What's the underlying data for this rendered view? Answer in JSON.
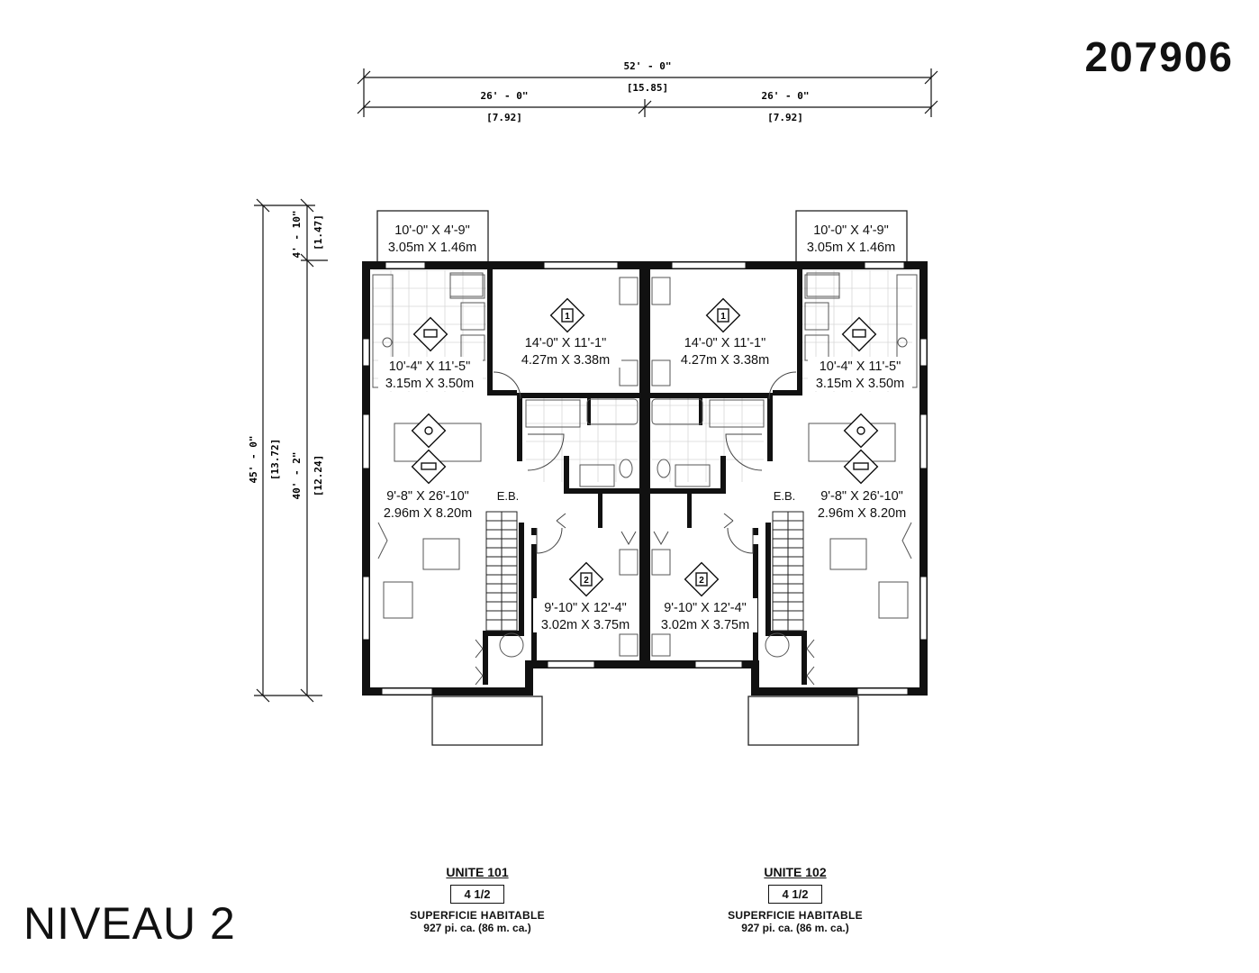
{
  "plan_id": "207906",
  "level_title": "NIVEAU 2",
  "overall_dims": {
    "total_width_imperial": "52' - 0\"",
    "total_width_metric": "[15.85]",
    "left_half_imperial": "26' - 0\"",
    "left_half_metric": "[7.92]",
    "right_half_imperial": "26' - 0\"",
    "right_half_metric": "[7.92]",
    "total_depth_imperial": "45' - 0\"",
    "total_depth_metric": "[13.72]",
    "balcony_depth_imperial": "4' - 10\"",
    "balcony_depth_metric": "[1.47]",
    "main_depth_imperial": "40' - 2\"",
    "main_depth_metric": "[12.24]"
  },
  "rooms": {
    "balcony_left": [
      "10'-0\" X 4'-9\"",
      "3.05m X 1.46m"
    ],
    "balcony_right": [
      "10'-0\" X 4'-9\"",
      "3.05m X 1.46m"
    ],
    "bedroom1_left": [
      "14'-0\" X 11'-1\"",
      "4.27m X 3.38m"
    ],
    "bedroom1_right": [
      "14'-0\" X 11'-1\"",
      "4.27m X 3.38m"
    ],
    "kitchen_left": [
      "10'-4\" X 11'-5\"",
      "3.15m X 3.50m"
    ],
    "kitchen_right": [
      "10'-4\" X 11'-5\"",
      "3.15m X 3.50m"
    ],
    "living_left": [
      "9'-8\" X 26'-10\"",
      "2.96m X 8.20m"
    ],
    "living_right": [
      "9'-8\" X 26'-10\"",
      "2.96m X 8.20m"
    ],
    "bedroom2_left": [
      "9'-10\" X 12'-4\"",
      "3.02m X 3.75m"
    ],
    "bedroom2_right": [
      "9'-10\" X 12'-4\"",
      "3.02m X 3.75m"
    ]
  },
  "labels": {
    "eb_left": "E.B.",
    "eb_right": "E.B.",
    "bed1_icon": "1",
    "bed2_icon": "2"
  },
  "icons": [
    "kitchen-pot-icon",
    "dining-icon",
    "sofa-icon",
    "bed-1-icon",
    "bed-2-icon"
  ],
  "units": [
    {
      "name": "UNITE 101",
      "type": "4 1/2",
      "label": "SUPERFICIE HABITABLE",
      "area": "927 pi. ca. (86 m. ca.)"
    },
    {
      "name": "UNITE 102",
      "type": "4 1/2",
      "label": "SUPERFICIE HABITABLE",
      "area": "927 pi. ca. (86 m. ca.)"
    }
  ]
}
